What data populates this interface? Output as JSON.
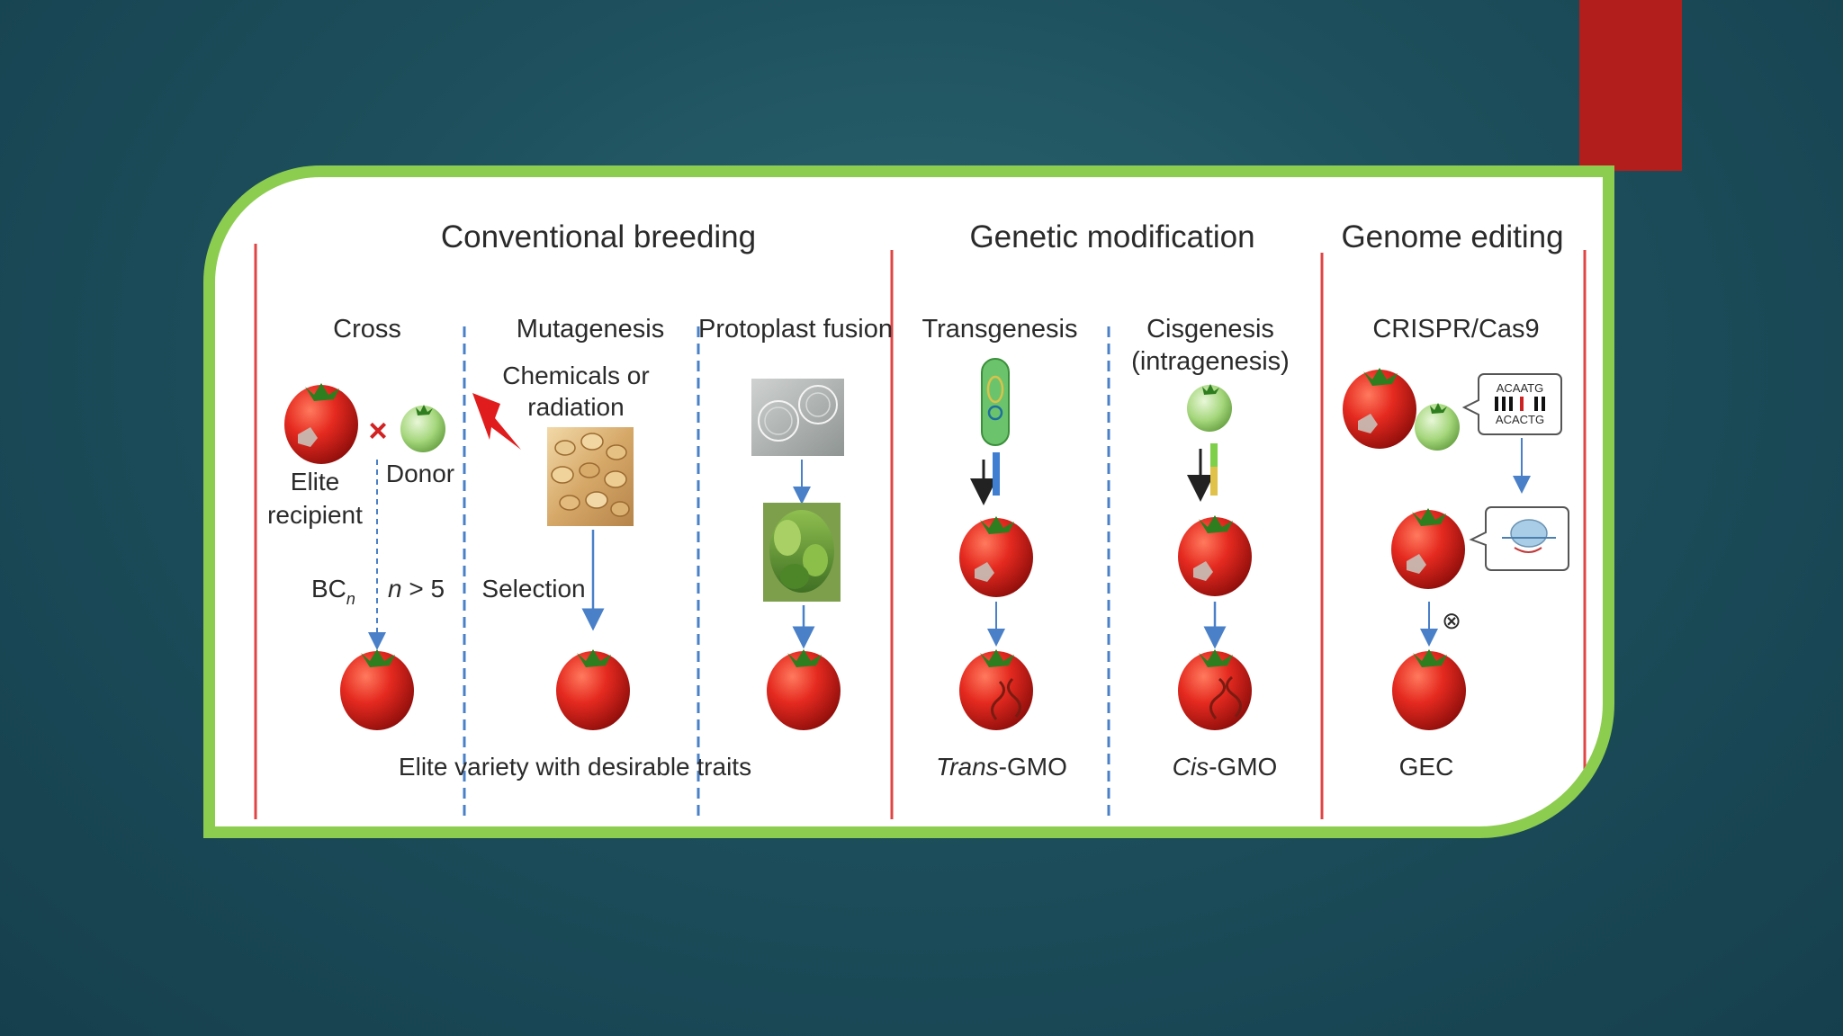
{
  "headers": {
    "conventional": "Conventional breeding",
    "genetic": "Genetic modification",
    "genome": "Genome editing"
  },
  "methods": {
    "cross": "Cross",
    "mutagenesis": "Mutagenesis",
    "protoplast": "Protoplast fusion",
    "transgenesis": "Transgenesis",
    "cisgenesis_1": "Cisgenesis",
    "cisgenesis_2": "(intragenesis)",
    "crispr": "CRISPR/Cas9"
  },
  "labels": {
    "elite_1": "Elite",
    "elite_2": "recipient",
    "donor": "Donor",
    "bc": "BC",
    "bc_sub": "n",
    "n_var": "n",
    "n_rest": " > 5",
    "chem_1": "Chemicals or",
    "chem_2": "radiation",
    "selection": "Selection",
    "elite_variety": "Elite variety with desirable traits",
    "trans_it": "Trans",
    "trans_rest": "-GMO",
    "cis_it": "Cis",
    "cis_rest": "-GMO",
    "gec": "GEC",
    "dna_1": "ACAATG",
    "dna_2": "ACACTG",
    "cross_symbol": "×",
    "selfing_symbol": "⊗"
  },
  "colors": {
    "background": "#1d4f5c",
    "panel_border": "#8ccd4f",
    "accent_bar": "#b21e1c",
    "divider_red": "#e04444",
    "divider_blue": "#4a80c8",
    "tomato": "#e52a20",
    "green_tomato": "#a6d77d",
    "arrow_blue": "#4a80c8"
  }
}
